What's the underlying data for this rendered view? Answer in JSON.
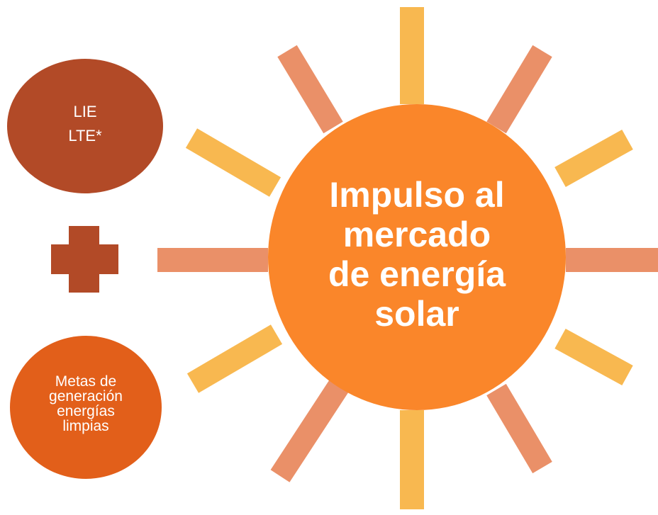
{
  "colors": {
    "ray_peach": "#ea9068",
    "ray_yellow": "#f8b850",
    "sun_core": "#fa862a",
    "dark_rust": "#b24a27",
    "orange": "#e25f1a",
    "text": "#ffffff"
  },
  "left_top_circle": {
    "lines": [
      "LIE",
      "LTE*"
    ]
  },
  "plus_sign": {
    "icon": "plus-icon"
  },
  "left_bottom_circle": {
    "lines": [
      "Metas de",
      "generación",
      "energías",
      "limpias"
    ]
  },
  "center_circle": {
    "lines": [
      "Impulso al",
      "mercado",
      "de energía",
      "solar"
    ]
  }
}
